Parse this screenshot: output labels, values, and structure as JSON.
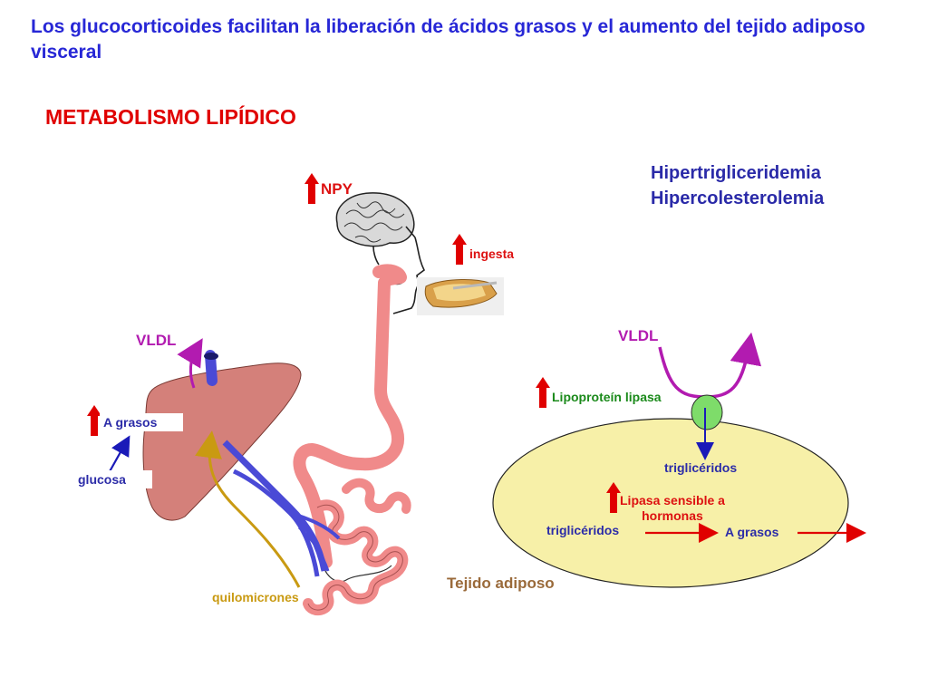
{
  "title": "Los glucocorticoides facilitan la liberación de ácidos grasos y el aumento del tejido adiposo visceral",
  "subtitle": "METABOLISMO LIPÍDICO",
  "hyper": [
    "Hipertrigliceridemia",
    "Hipercolesterolemia"
  ],
  "labels": {
    "npy": "NPY",
    "ingesta": "ingesta",
    "vldl_left": "VLDL",
    "a_grasos_left": "A grasos",
    "glucosa": "glucosa",
    "quilomicrones": "quilomicrones",
    "vldl_right": "VLDL",
    "lipoprotein_lipasa": "Lipoproteín lipasa",
    "trigliceridos_top": "triglicéridos",
    "lipasa_sensible": [
      "Lipasa sensible a",
      "hormonas"
    ],
    "trigliceridos_bottom": "triglicéridos",
    "a_grasos_right": "A grasos",
    "tejido_adiposo": "Tejido adiposo"
  },
  "colors": {
    "title": "#2727d6",
    "subtitle": "#e00000",
    "up_arrow": "#e00000",
    "vldl": "#b21bb0",
    "liver": "#d4807a",
    "gut": "#f08a8a",
    "veins": "#4a4ad6",
    "quilomicrones": "#c99a12",
    "adipose": "#f7f0a8",
    "lipase_cell": "#7edc6a"
  },
  "icons": [
    "brain-icon",
    "head-profile-icon",
    "toast-icon",
    "liver-icon",
    "digestive-tract-icon"
  ]
}
